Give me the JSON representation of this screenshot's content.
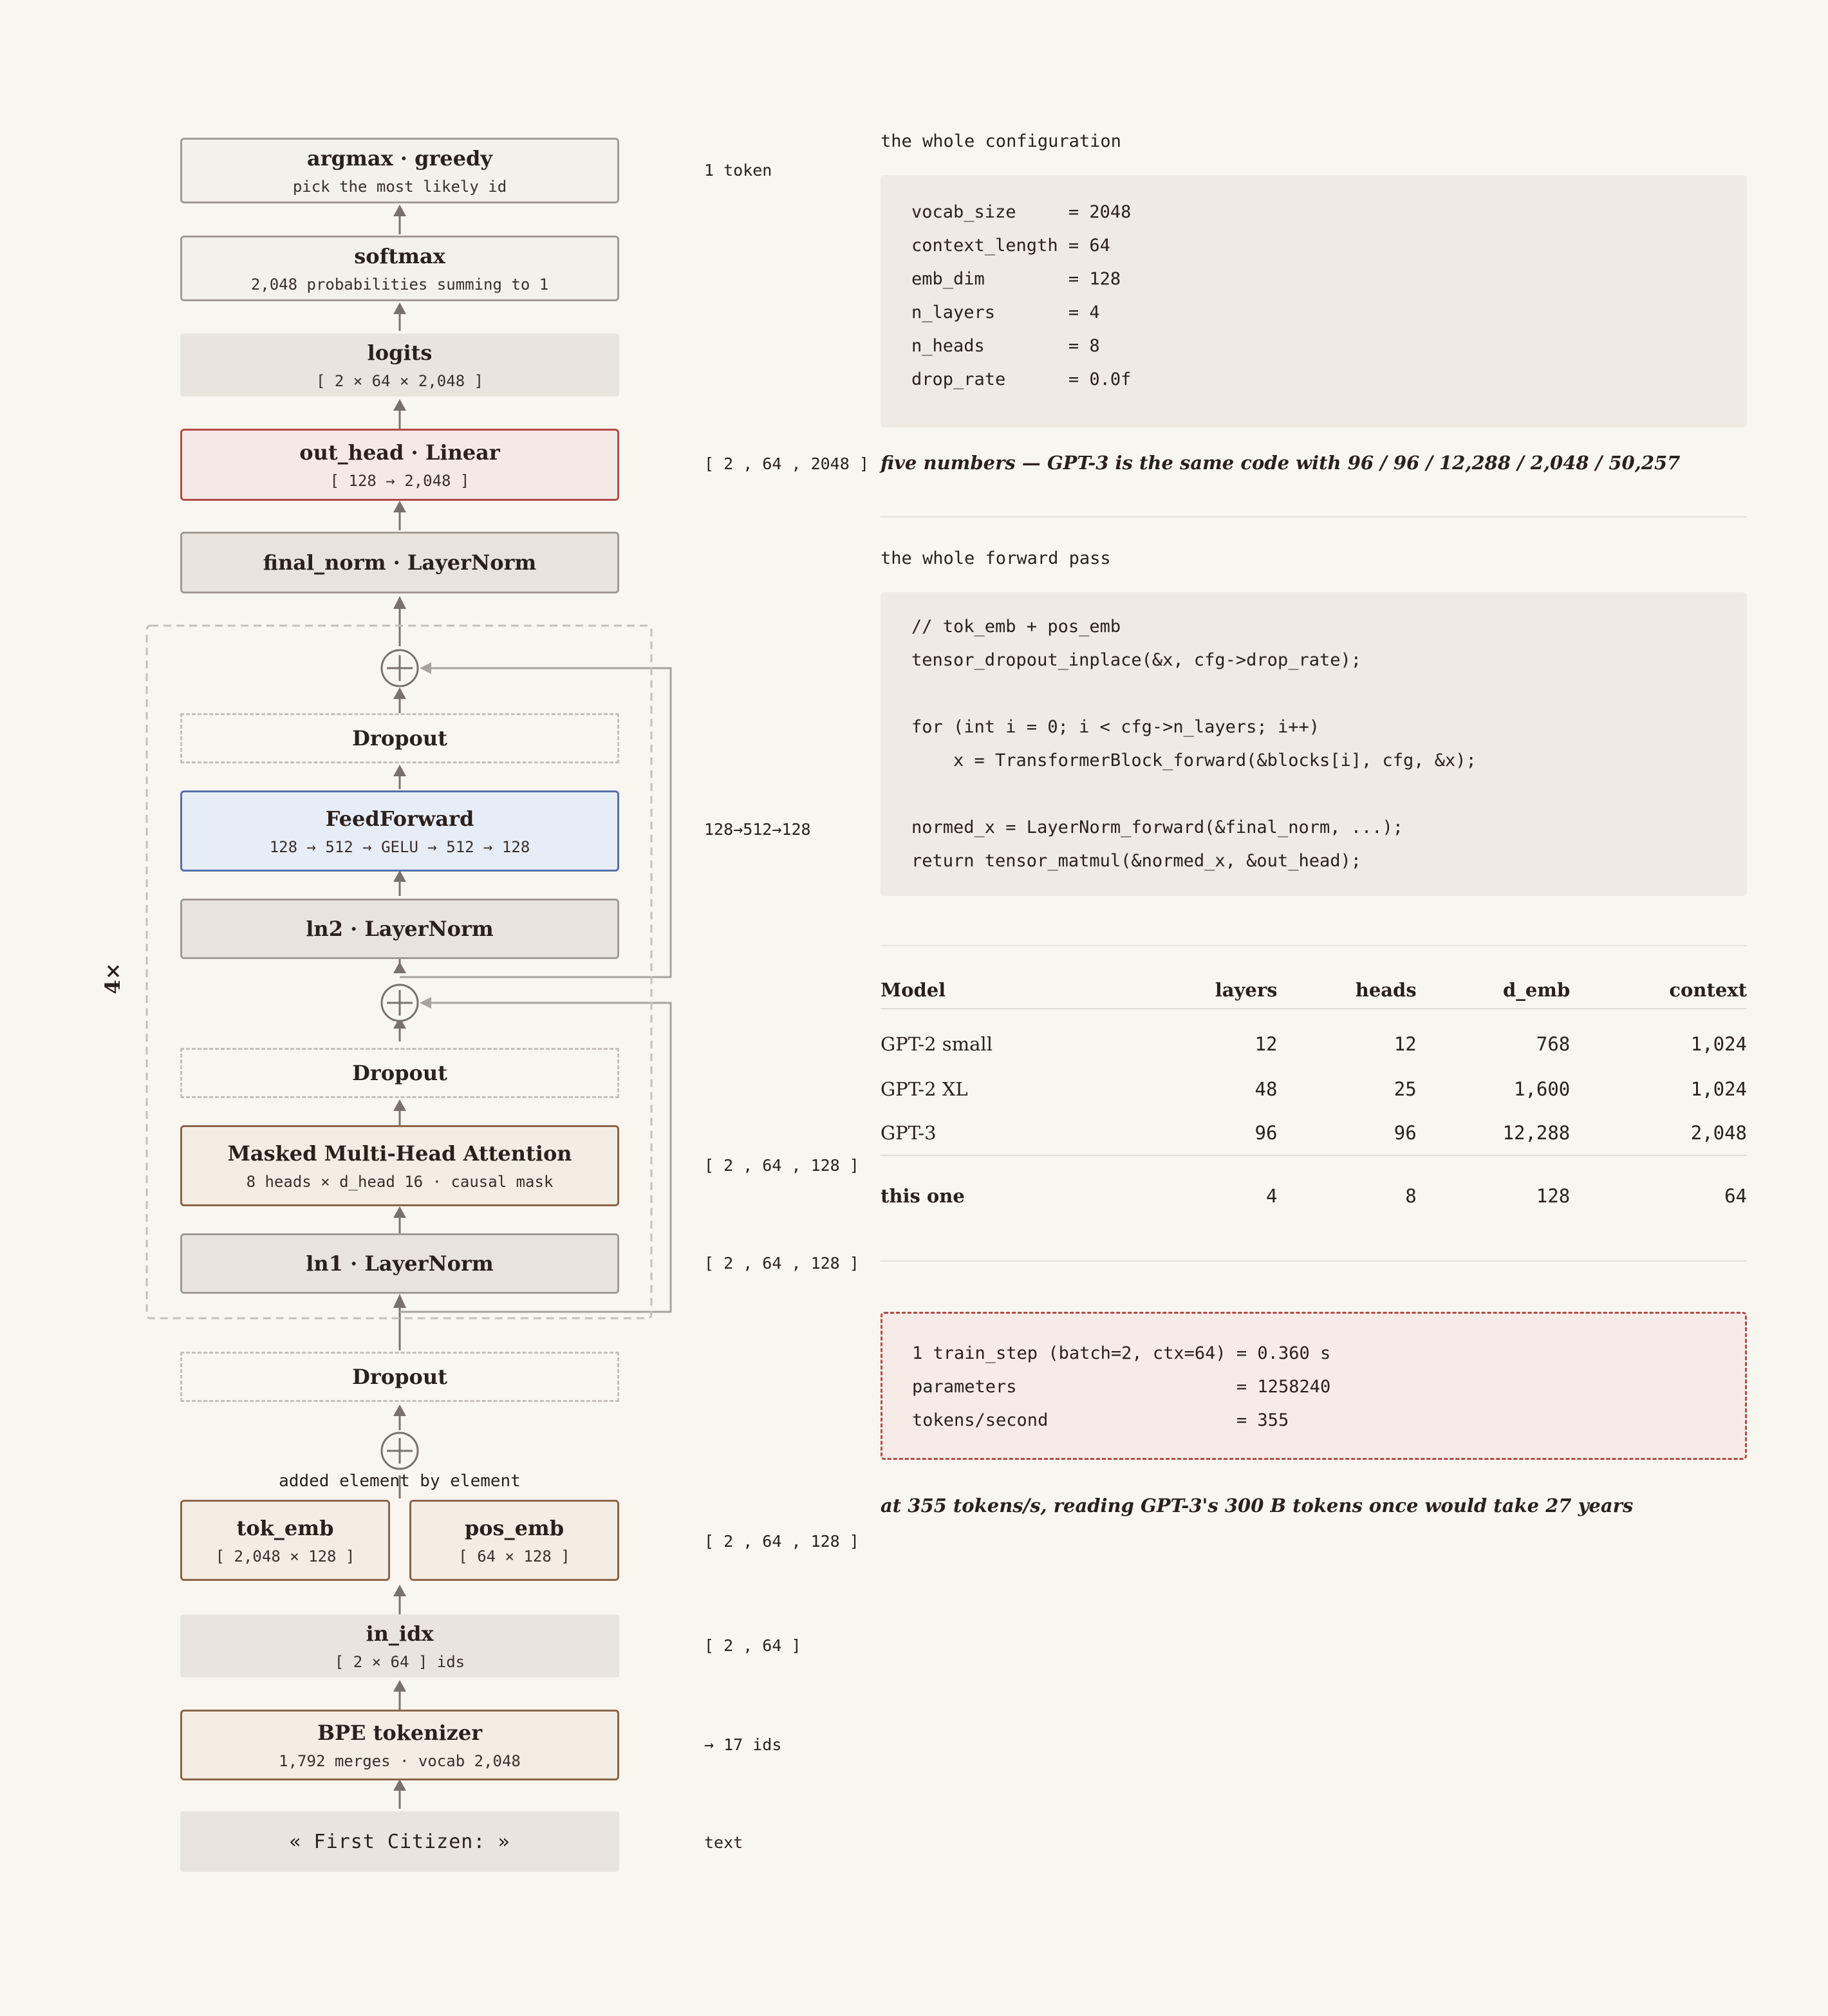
{
  "diagram": {
    "nodes": {
      "argmax": {
        "title": "argmax · greedy",
        "sub": "pick the most likely id"
      },
      "softmax": {
        "title": "softmax",
        "sub": "2,048 probabilities summing to 1"
      },
      "logits": {
        "title": "logits",
        "sub": "[ 2 × 64 × 2,048 ]"
      },
      "out_head": {
        "title": "out_head · Linear",
        "sub": "[ 128 → 2,048 ]"
      },
      "final_norm": {
        "title": "final_norm · LayerNorm"
      },
      "dropout_ff": {
        "title": "Dropout"
      },
      "feedforward": {
        "title": "FeedForward",
        "sub": "128 → 512 → GELU → 512 → 128"
      },
      "ln2": {
        "title": "ln2 · LayerNorm"
      },
      "dropout_attn": {
        "title": "Dropout"
      },
      "attention": {
        "title": "Masked Multi-Head Attention",
        "sub": "8 heads × d_head 16 · causal mask"
      },
      "ln1": {
        "title": "ln1 · LayerNorm"
      },
      "dropout_emb": {
        "title": "Dropout"
      },
      "tok_emb": {
        "title": "tok_emb",
        "sub": "[ 2,048 × 128 ]"
      },
      "pos_emb": {
        "title": "pos_emb",
        "sub": "[ 64 × 128 ]"
      },
      "in_idx": {
        "title": "in_idx",
        "sub": "[ 2 × 64 ] ids"
      },
      "tokenizer": {
        "title": "BPE tokenizer",
        "sub": "1,792 merges · vocab 2,048"
      },
      "input_text": {
        "title": "« First Citizen: »"
      }
    },
    "repeat_label": "4×",
    "add_label": "added element by element",
    "shapes": {
      "argmax": "1 token",
      "out_head": "[ 2 , 64 , 2048 ]",
      "feedforward": "128→512→128",
      "attention": "[ 2 , 64 , 128 ]",
      "ln1": "[ 2 , 64 , 128 ]",
      "embeddings": "[ 2 , 64 , 128 ]",
      "in_idx": "[ 2 , 64 ]",
      "tokenizer": "→ 17 ids",
      "input_text": "text"
    }
  },
  "config": {
    "heading": "the whole configuration",
    "lines": [
      "vocab_size     = 2048",
      "context_length = 64",
      "emb_dim        = 128",
      "n_layers       = 4",
      "n_heads        = 8",
      "drop_rate      = 0.0f"
    ],
    "note": "five numbers — GPT-3 is the same code with 96 / 96 / 12,288 / 2,048 / 50,257"
  },
  "forward": {
    "heading": "the whole forward pass",
    "lines": [
      "// tok_emb + pos_emb",
      "tensor_dropout_inplace(&x, cfg->drop_rate);",
      "",
      "for (int i = 0; i < cfg->n_layers; i++)",
      "    x = TransformerBlock_forward(&blocks[i], cfg, &x);",
      "",
      "normed_x = LayerNorm_forward(&final_norm, ...);",
      "return tensor_matmul(&normed_x, &out_head);"
    ]
  },
  "models_table": {
    "columns": [
      "Model",
      "layers",
      "heads",
      "d_emb",
      "context"
    ],
    "rows": [
      [
        "GPT-2 small",
        "12",
        "12",
        "768",
        "1,024"
      ],
      [
        "GPT-2 XL",
        "48",
        "25",
        "1,600",
        "1,024"
      ],
      [
        "GPT-3",
        "96",
        "96",
        "12,288",
        "2,048"
      ]
    ],
    "highlight": [
      "this one",
      "4",
      "8",
      "128",
      "64"
    ]
  },
  "stats": {
    "lines": [
      "1 train_step (batch=2, ctx=64) = 0.360 s",
      "parameters                     = 1258240",
      "tokens/second                  = 355"
    ],
    "note": "at 355 tokens/s, reading GPT-3's 300 B tokens once would take 27 years"
  }
}
